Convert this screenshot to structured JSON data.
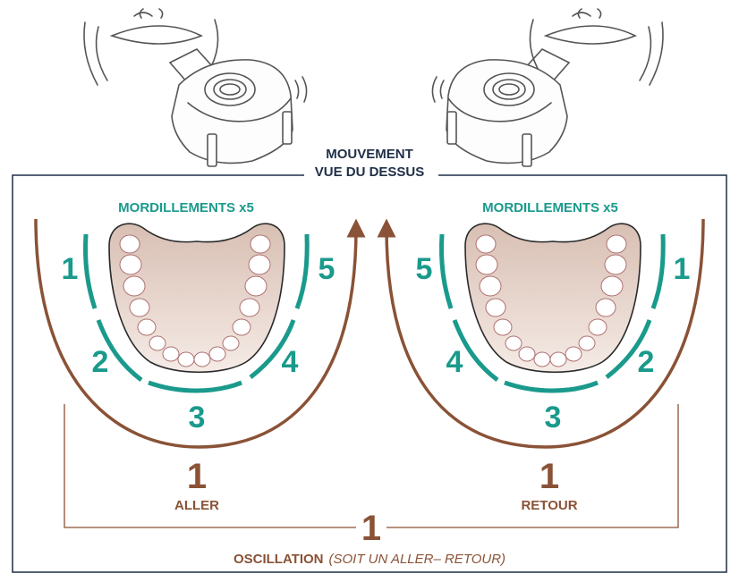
{
  "colors": {
    "navy": "#1f2f47",
    "teal": "#1a9a8c",
    "brown": "#8a5236",
    "gum": "#e6d2c8",
    "outline": "#6b6b6b"
  },
  "header": {
    "line1": "MOUVEMENT",
    "line2": "VUE DU DESSUS"
  },
  "left_panel": {
    "heading": "MORDILLEMENTS x5",
    "segments": [
      "1",
      "2",
      "3",
      "4",
      "5"
    ],
    "count": "1",
    "label": "ALLER"
  },
  "right_panel": {
    "heading": "MORDILLEMENTS x5",
    "segments": [
      "5",
      "4",
      "3",
      "2",
      "1"
    ],
    "count": "1",
    "label": "RETOUR"
  },
  "footer": {
    "count": "1",
    "label_bold": "OSCILLATION",
    "label_italic": "(SOIT UN ALLER– RETOUR)"
  }
}
